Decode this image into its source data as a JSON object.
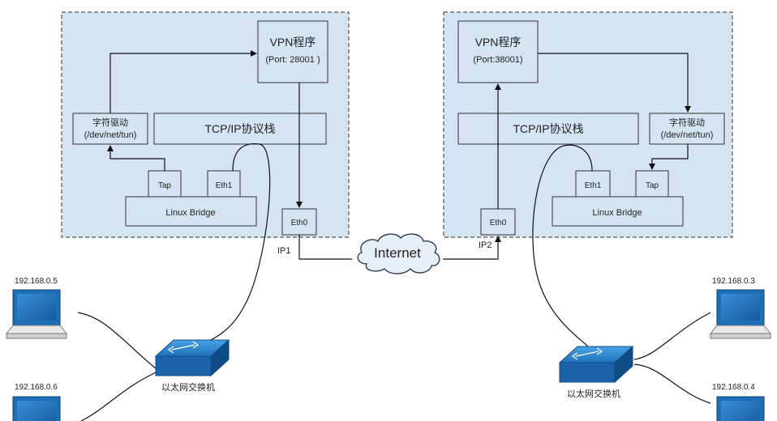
{
  "left_host": {
    "vpn_title": "VPN程序",
    "vpn_port": "(Port: 28001 )",
    "char_driver_line1": "字符驱动",
    "char_driver_line2": "(/dev/net/tun)",
    "tcpip": "TCP/IP协议栈",
    "tap": "Tap",
    "eth1": "Eth1",
    "bridge": "Linux Bridge",
    "eth0": "Eth0",
    "ip_label": "IP1"
  },
  "right_host": {
    "vpn_title": "VPN程序",
    "vpn_port": "(Port:38001)",
    "char_driver_line1": "字符驱动",
    "char_driver_line2": "(/dev/net/tun)",
    "tcpip": "TCP/IP协议栈",
    "tap": "Tap",
    "eth1": "Eth1",
    "bridge": "Linux Bridge",
    "eth0": "Eth0",
    "ip_label": "IP2"
  },
  "internet": "Internet",
  "left_switch": "以太网交换机",
  "right_switch": "以太网交换机",
  "computers": {
    "left_top": "192.168.0.5",
    "left_bottom": "192.168.0.6",
    "right_top": "192.168.0.3",
    "right_bottom": "192.168.0.4"
  },
  "colors": {
    "host_fill": "#d4e4f2",
    "box_fill": "#d4e4f2",
    "switch_blue": "#1f78c4",
    "computer_blue": "#1c6fb8"
  },
  "icons": {
    "computer": "desktop-computer-icon",
    "switch": "network-switch-icon",
    "cloud": "cloud-icon"
  }
}
